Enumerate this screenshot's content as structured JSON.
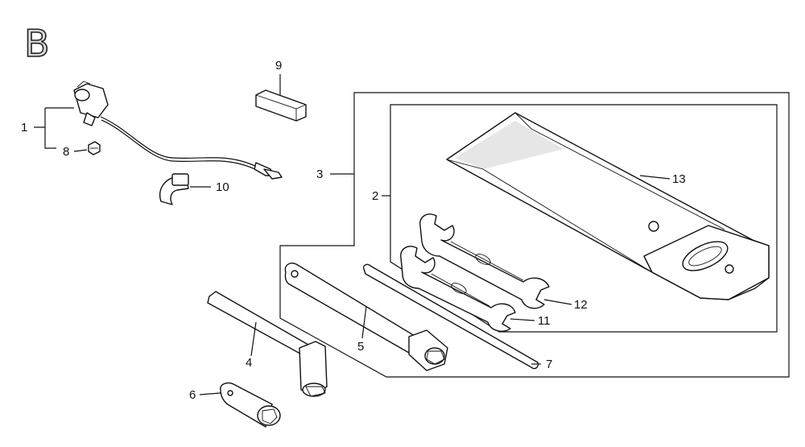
{
  "section_letter": "B",
  "callouts": [
    {
      "id": "c1",
      "text": "1"
    },
    {
      "id": "c2",
      "text": "2"
    },
    {
      "id": "c3",
      "text": "3"
    },
    {
      "id": "c4",
      "text": "4"
    },
    {
      "id": "c5",
      "text": "5"
    },
    {
      "id": "c6",
      "text": "6"
    },
    {
      "id": "c7",
      "text": "7"
    },
    {
      "id": "c8",
      "text": "8"
    },
    {
      "id": "c9",
      "text": "9"
    },
    {
      "id": "c10",
      "text": "10"
    },
    {
      "id": "c11",
      "text": "11"
    },
    {
      "id": "c12",
      "text": "12"
    },
    {
      "id": "c13",
      "text": "13"
    }
  ]
}
